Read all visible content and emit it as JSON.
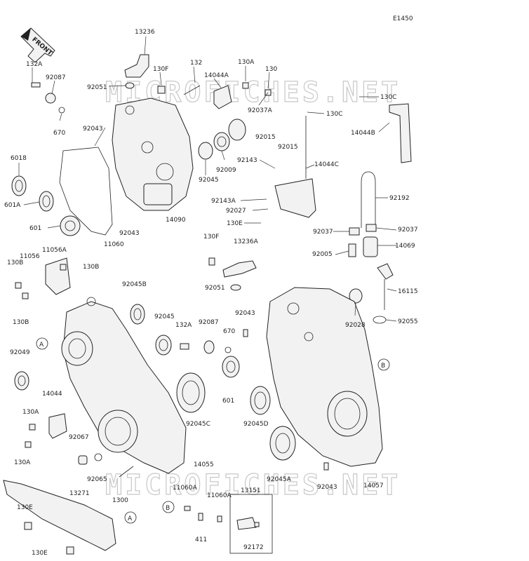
{
  "diagram": {
    "code": "E1450",
    "front_label": "FRONT",
    "watermark": "MICROFICHES.NET",
    "callouts": {
      "A": "A",
      "B": "B"
    },
    "labels": {
      "l13236": "13236",
      "l132A_top": "132A",
      "l92087_top": "92087",
      "l92051_top": "92051",
      "l130F_top": "130F",
      "l132": "132",
      "l14044A": "14044A",
      "l130A_top": "130A",
      "l130_top": "130",
      "l130C_a": "130C",
      "l130C_b": "130C",
      "l670_top": "670",
      "l92043_top": "92043",
      "l92037A": "92037A",
      "l14044B": "14044B",
      "l92015_a": "92015",
      "l92015_b": "92015",
      "l6018": "6018",
      "l92143": "92143",
      "l14044C": "14044C",
      "l92009": "92009",
      "l92045_top": "92045",
      "l601A": "601A",
      "l92192": "92192",
      "l92143A": "92143A",
      "l14090": "14090",
      "l92027": "92027",
      "l601_top": "601",
      "l92043_mid": "92043",
      "l130E_mid": "130E",
      "l92037_a": "92037",
      "l92037_b": "92037",
      "l11060_top": "11060",
      "l130F_mid": "130F",
      "l13236A": "13236A",
      "l14069": "14069",
      "l11056": "11056",
      "l11056A": "11056A",
      "l130B_a": "130B",
      "l130B_b": "130B",
      "l130B_c": "130B",
      "l92005": "92005",
      "l92051_mid": "92051",
      "l16115": "16115",
      "l92045B": "92045B",
      "l92043_low": "92043",
      "l92028": "92028",
      "l92055": "92055",
      "l92045_mid": "92045",
      "l132A_mid": "132A",
      "l92087_mid": "92087",
      "l670_mid": "670",
      "l92049": "92049",
      "l601_mid": "601",
      "l14044": "14044",
      "l92045C": "92045C",
      "l92045D": "92045D",
      "l130A_a": "130A",
      "l92067": "92067",
      "l130A_b": "130A",
      "l14055": "14055",
      "l92065": "92065",
      "l92045A": "92045A",
      "l92043_bot": "92043",
      "l14057": "14057",
      "l11060A_a": "11060A",
      "l13151": "13151",
      "l1300": "1300",
      "l13271": "13271",
      "l11060A_b": "11060A",
      "l130E_a": "130E",
      "l130E_b": "130E",
      "l411": "411",
      "l92172": "92172"
    }
  }
}
